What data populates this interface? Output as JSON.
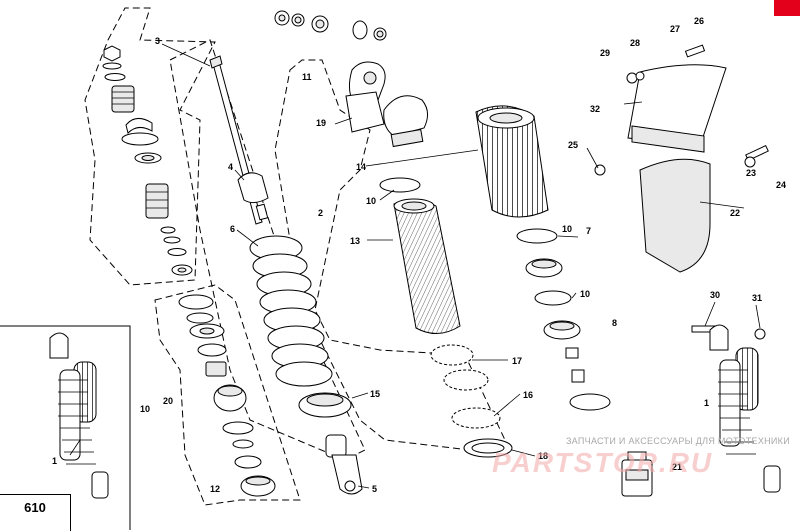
{
  "page_number": "610",
  "watermark": {
    "caption": "ЗАПЧАСТИ И АКСЕССУАРЫ ДЛЯ МОТОТЕХНИКИ",
    "logo": "PARTSTOR.RU"
  },
  "colors": {
    "accent": "#e2001a"
  },
  "callouts": {
    "c1": "1",
    "c1b": "1",
    "c2": "2",
    "c3": "3",
    "c4": "4",
    "c5": "5",
    "c6": "6",
    "c7": "7",
    "c8": "8",
    "c10a": "10",
    "c10b": "10",
    "c10c": "10",
    "c10d": "10",
    "c11": "11",
    "c12": "12",
    "c13": "13",
    "c14": "14",
    "c15": "15",
    "c16": "16",
    "c17": "17",
    "c18": "18",
    "c19": "19",
    "c20": "20",
    "c21": "21",
    "c22": "22",
    "c23": "23",
    "c24": "24",
    "c25": "25",
    "c26": "26",
    "c27": "27",
    "c28": "28",
    "c29": "29",
    "c30": "30",
    "c31": "31",
    "c32": "32"
  }
}
